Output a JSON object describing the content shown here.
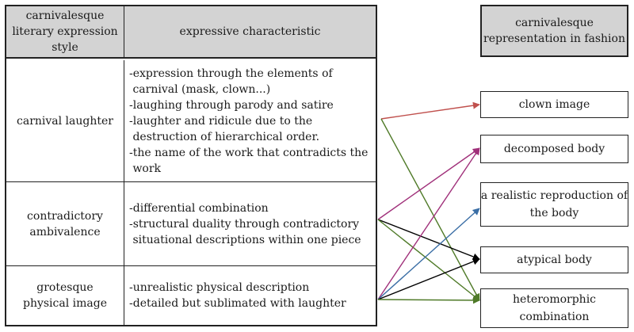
{
  "table": {
    "header": {
      "style": [
        "carnivalesque",
        "literary expression",
        "style"
      ],
      "characteristic": [
        "expressive characteristic"
      ]
    },
    "rows": [
      {
        "style": [
          "carnival laughter"
        ],
        "characteristic": [
          "-expression through the elements of",
          " carnival (mask, clown...)",
          "-laughing through parody and satire",
          "-laughter and ridicule due to the",
          " destruction of hierarchical order.",
          "-the name of the work that contradicts the",
          " work"
        ]
      },
      {
        "style": [
          "contradictory",
          "ambivalence"
        ],
        "characteristic": [
          "-differential combination",
          "-structural duality through contradictory",
          " situational descriptions within one piece"
        ]
      },
      {
        "style": [
          "grotesque",
          "physical image"
        ],
        "characteristic": [
          "-unrealistic physical description",
          "-detailed but sublimated with laughter"
        ]
      }
    ]
  },
  "fashion": {
    "header": [
      "carnivalesque",
      "representation in fashion"
    ],
    "items": [
      {
        "label": [
          "clown image"
        ]
      },
      {
        "label": [
          "decomposed body"
        ]
      },
      {
        "label": [
          "a realistic reproduction of",
          "the body"
        ]
      },
      {
        "label": [
          "atypical body"
        ]
      },
      {
        "label": [
          "heteromorphic",
          "combination"
        ]
      }
    ]
  },
  "colors": {
    "red": "#c0504d",
    "magenta": "#a0307a",
    "green": "#4f7a28",
    "blue": "#3a6ea5",
    "black": "#000000"
  },
  "links": [
    {
      "from": 0,
      "to": 0,
      "color": "red"
    },
    {
      "from": 0,
      "to": 4,
      "color": "green"
    },
    {
      "from": 1,
      "to": 1,
      "color": "magenta"
    },
    {
      "from": 1,
      "to": 3,
      "color": "black"
    },
    {
      "from": 1,
      "to": 4,
      "color": "green"
    },
    {
      "from": 2,
      "to": 1,
      "color": "magenta"
    },
    {
      "from": 2,
      "to": 2,
      "color": "blue"
    },
    {
      "from": 2,
      "to": 3,
      "color": "black"
    },
    {
      "from": 2,
      "to": 4,
      "color": "green"
    }
  ]
}
